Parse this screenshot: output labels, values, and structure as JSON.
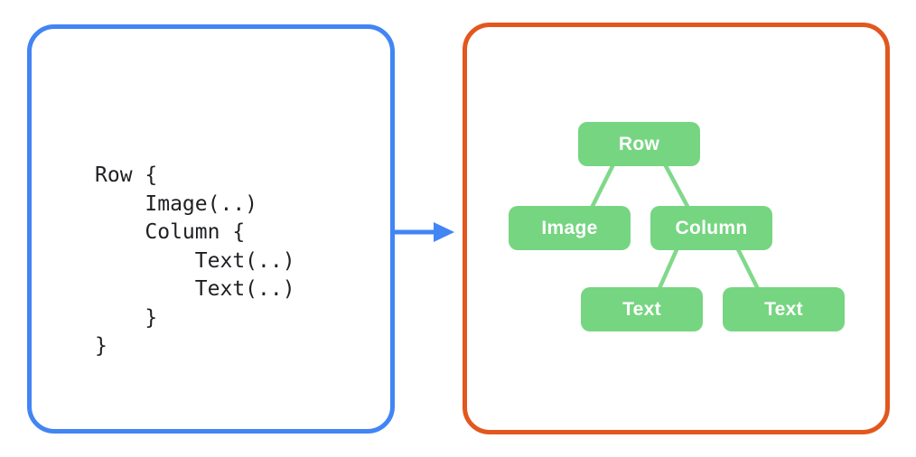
{
  "code_panel": {
    "code": "Row {\n    Image(..)\n    Column {\n        Text(..)\n        Text(..)\n    }\n}"
  },
  "tree_panel": {
    "nodes": {
      "row": {
        "label": "Row"
      },
      "image": {
        "label": "Image"
      },
      "column": {
        "label": "Column"
      },
      "text_left": {
        "label": "Text"
      },
      "text_right": {
        "label": "Text"
      }
    }
  },
  "colors": {
    "code_panel_border": "#4285F4",
    "tree_panel_border": "#E2571E",
    "node_fill": "#76D581",
    "node_text": "#FFFFFF",
    "connector": "#80D98A",
    "arrow": "#4285F4",
    "code_text": "#1F2023",
    "panel_fill": "#FFFFFF",
    "page_bg": "#FFFFFF"
  }
}
